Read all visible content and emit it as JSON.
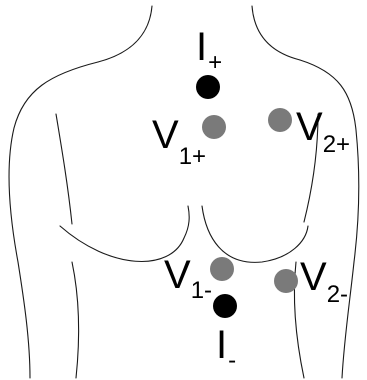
{
  "colors": {
    "background": "#ffffff",
    "outline": "#1a1a1a",
    "limb_lead_electrode": "#000000",
    "chest_lead_electrode": "#7a7a7a",
    "label_text": "#000000"
  },
  "labels": {
    "i_plus": {
      "main": "I",
      "sub": "+"
    },
    "v1_plus": {
      "main": "V",
      "sub": "1+"
    },
    "v2_plus": {
      "main": "V",
      "sub": "2+"
    },
    "v1_minus": {
      "main": "V",
      "sub": "1-"
    },
    "v2_minus": {
      "main": "V",
      "sub": "2-"
    },
    "i_minus": {
      "main": "I",
      "sub": "-"
    }
  },
  "electrodes": [
    {
      "id": "i-plus",
      "kind": "limb-lead"
    },
    {
      "id": "v1-plus",
      "kind": "chest-lead"
    },
    {
      "id": "v2-plus",
      "kind": "chest-lead"
    },
    {
      "id": "v1-minus",
      "kind": "chest-lead"
    },
    {
      "id": "v2-minus",
      "kind": "chest-lead"
    },
    {
      "id": "i-minus",
      "kind": "limb-lead"
    }
  ]
}
